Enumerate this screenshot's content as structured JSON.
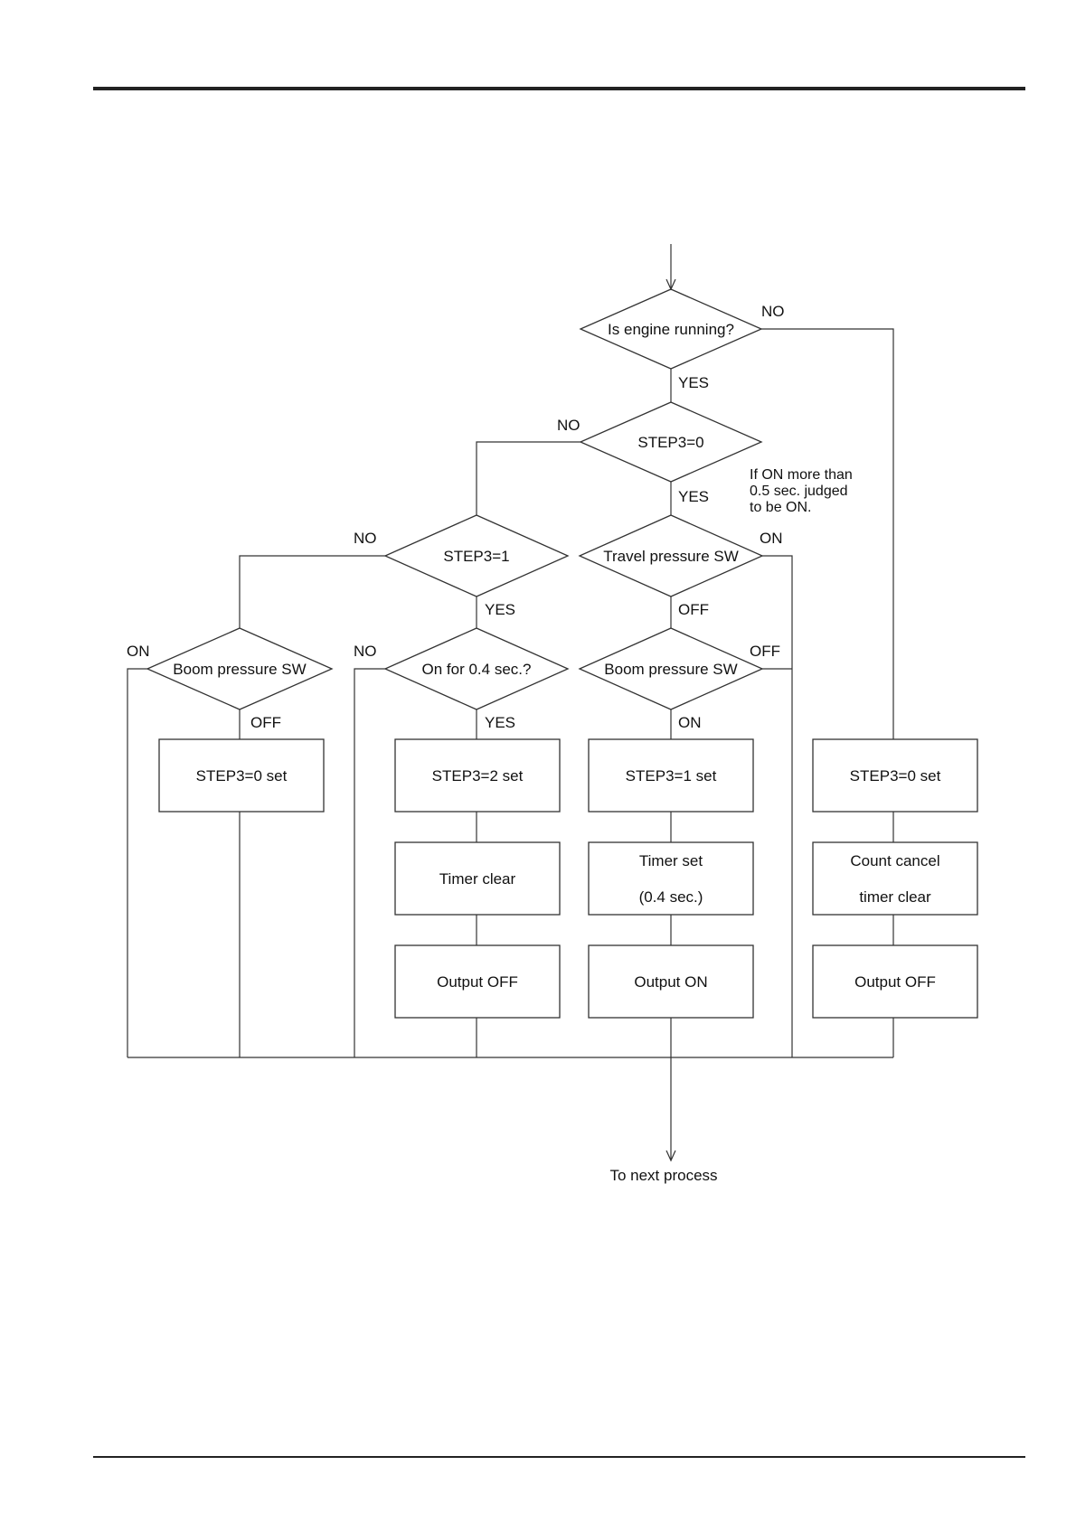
{
  "decisions": [
    {
      "id": "engine",
      "text": "Is engine running?"
    },
    {
      "id": "step30",
      "text": "STEP3=0"
    },
    {
      "id": "step31",
      "text": "STEP3=1"
    },
    {
      "id": "travel",
      "text": "Travel pressure SW"
    },
    {
      "id": "boom_left",
      "text": "Boom pressure SW"
    },
    {
      "id": "on04",
      "text": "On for 0.4 sec.?"
    },
    {
      "id": "boom_mid",
      "text": "Boom pressure SW"
    }
  ],
  "processes": [
    {
      "id": "a_set",
      "lines": [
        "STEP3=0 set"
      ]
    },
    {
      "id": "b_set",
      "lines": [
        "STEP3=2 set"
      ]
    },
    {
      "id": "b_timer",
      "lines": [
        "Timer clear"
      ]
    },
    {
      "id": "b_out",
      "lines": [
        "Output OFF"
      ]
    },
    {
      "id": "c_set",
      "lines": [
        "STEP3=1 set"
      ]
    },
    {
      "id": "c_timer",
      "lines": [
        "Timer set",
        "(0.4 sec.)"
      ]
    },
    {
      "id": "c_out",
      "lines": [
        "Output ON"
      ]
    },
    {
      "id": "d_set",
      "lines": [
        "STEP3=0 set"
      ]
    },
    {
      "id": "d_timer",
      "lines": [
        "Count cancel",
        "timer clear"
      ]
    },
    {
      "id": "d_out",
      "lines": [
        "Output OFF"
      ]
    }
  ],
  "branch_labels": [
    {
      "id": "engine_no",
      "text": "NO"
    },
    {
      "id": "engine_yes",
      "text": "YES"
    },
    {
      "id": "step30_no",
      "text": "NO"
    },
    {
      "id": "step30_yes",
      "text": "YES"
    },
    {
      "id": "step31_no",
      "text": "NO"
    },
    {
      "id": "step31_yes",
      "text": "YES"
    },
    {
      "id": "travel_on",
      "text": "ON"
    },
    {
      "id": "travel_off",
      "text": "OFF"
    },
    {
      "id": "boomleft_on",
      "text": "ON"
    },
    {
      "id": "boomleft_off",
      "text": "OFF"
    },
    {
      "id": "on04_no",
      "text": "NO"
    },
    {
      "id": "on04_yes",
      "text": "YES"
    },
    {
      "id": "boommid_off",
      "text": "OFF"
    },
    {
      "id": "boommid_on",
      "text": "ON"
    }
  ],
  "note": [
    "If ON more than",
    "0.5  sec.  judged",
    "to be ON."
  ],
  "exit_label": "To next process"
}
